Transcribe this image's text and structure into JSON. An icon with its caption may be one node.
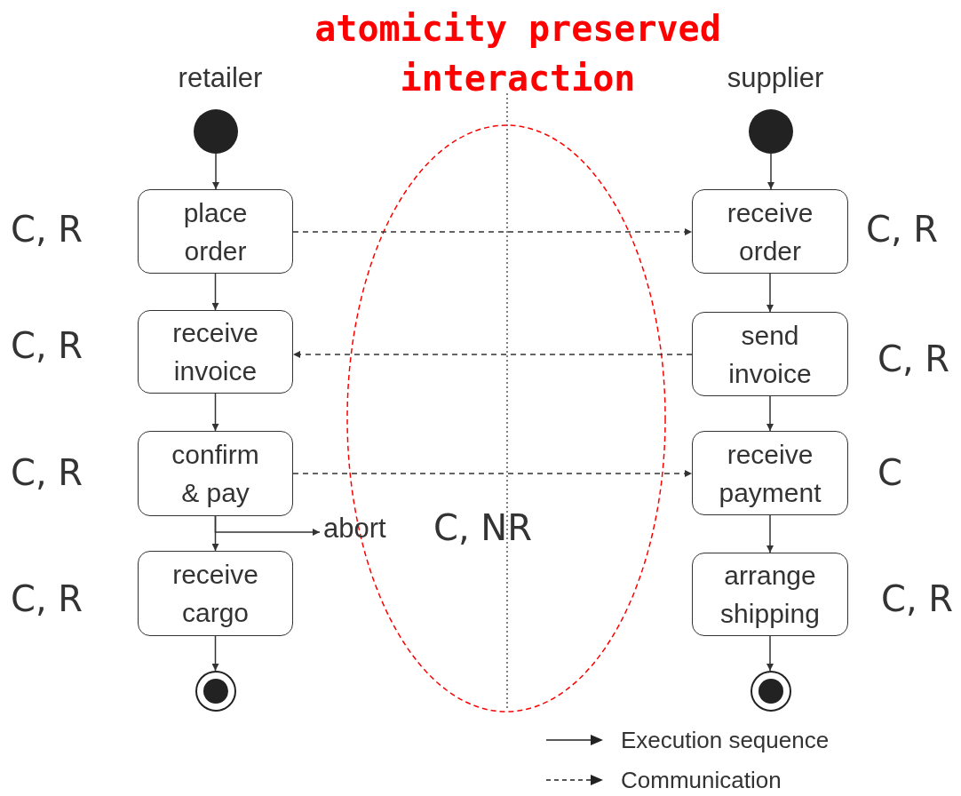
{
  "diagram": {
    "title": "atomicity preserved interaction",
    "nodes": [
      {
        "text": [],
        "shape": "circle"
      },
      {
        "text": [
          "place order"
        ],
        "beside": [
          "C, R"
        ]
      },
      {
        "text": [
          "receive invoice"
        ],
        "beside": [
          "C, R"
        ]
      },
      {
        "text": [
          "confirm & pay"
        ],
        "beside": [
          "C, R"
        ]
      },
      {
        "text": [
          "receive cargo"
        ],
        "beside": [
          "C, R"
        ]
      },
      {
        "text": [],
        "shape": "bullseye"
      },
      {
        "text": [
          "abort"
        ]
      },
      {
        "text": [],
        "shape": "circle"
      },
      {
        "text": [
          "receive order"
        ],
        "beside": [
          "C, R"
        ]
      },
      {
        "text": [
          "send invoice"
        ],
        "beside": [
          "C, R"
        ]
      },
      {
        "text": [
          "receive payment"
        ],
        "beside": [
          "C"
        ]
      },
      {
        "text": [
          "arrange shipping"
        ],
        "beside": [
          "C, R"
        ]
      },
      {
        "text": [],
        "shape": "bullseye"
      }
    ],
    "edges": [
      {
        "from": 0,
        "to": 1,
        "arrow": "to"
      },
      {
        "from": 1,
        "to": 2,
        "arrow": "to"
      },
      {
        "from": 2,
        "to": 3,
        "arrow": "to"
      },
      {
        "from": 3,
        "to": 4,
        "arrow": "to"
      },
      {
        "from": 4,
        "to": 5,
        "arrow": "to"
      },
      {
        "from": 3,
        "to": 6,
        "arrow": "to"
      },
      {
        "from": 7,
        "to": 8,
        "arrow": "to"
      },
      {
        "from": 8,
        "to": 9,
        "arrow": "to"
      },
      {
        "from": 9,
        "to": 10,
        "arrow": "to"
      },
      {
        "from": 10,
        "to": 11,
        "arrow": "to"
      },
      {
        "from": 11,
        "to": 12,
        "arrow": "to"
      },
      {
        "from": 1,
        "to": 8,
        "arrow": "to",
        "style": "dashed"
      },
      {
        "from": 9,
        "to": 2,
        "arrow": "to",
        "style": "dashed"
      },
      {
        "from": 3,
        "to": 10,
        "arrow": "to",
        "style": "dashed"
      }
    ],
    "labels": [
      "retailer",
      "supplier",
      "C, NR"
    ],
    "legend": [
      {
        "text": "Execution sequence"
      },
      {
        "text": "Communication"
      }
    ]
  }
}
